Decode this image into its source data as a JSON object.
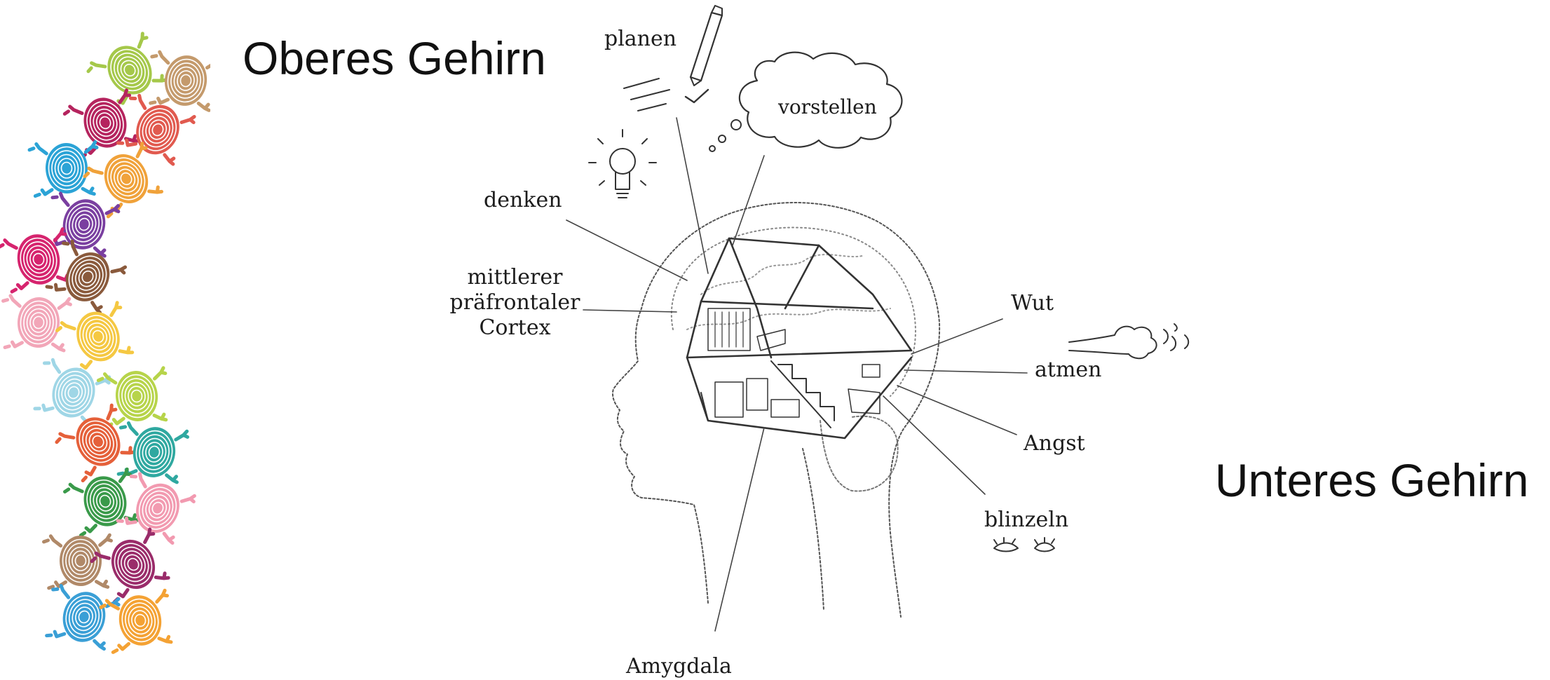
{
  "titles": {
    "upper": "Oberes Gehirn",
    "lower": "Unteres Gehirn"
  },
  "labels": {
    "planen": "planen",
    "vorstellen": "vorstellen",
    "denken": "denken",
    "mpfc_line1": "mittlerer",
    "mpfc_line2": "präfrontaler",
    "mpfc_line3": "Cortex",
    "wut": "Wut",
    "atmen": "atmen",
    "angst": "Angst",
    "blinzeln": "blinzeln",
    "amygdala": "Amygdala"
  },
  "fingerprint_colors": [
    "#a5c84a",
    "#c49a6c",
    "#b5245e",
    "#e15a4f",
    "#2ba3d6",
    "#f0a23a",
    "#7a3fa0",
    "#d6246e",
    "#8a5a3c",
    "#f2a6b8",
    "#f5c842",
    "#9fd6e6",
    "#b7d44a",
    "#e5603a",
    "#2fa8a0",
    "#3a9a4a",
    "#f29ab0",
    "#b08968",
    "#9a2c6a",
    "#3a9fd6",
    "#f4a234"
  ]
}
